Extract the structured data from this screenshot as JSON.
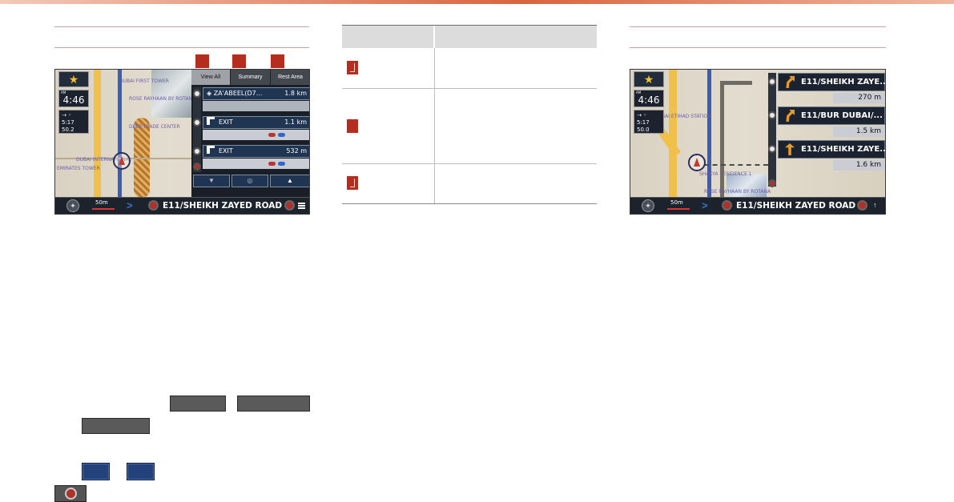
{
  "screen_left": {
    "time": "4:46",
    "eta_time": "5:17",
    "eta_dist": "50.2",
    "tabs": [
      "View All",
      "Summary",
      "Rest Area"
    ],
    "items": [
      {
        "name": "ZA'ABEEL(D7...",
        "dist": "1.8 km"
      },
      {
        "name": "EXIT",
        "dist": "1.1 km"
      },
      {
        "name": "EXIT",
        "dist": "532 m"
      }
    ],
    "scale": "50m",
    "road": "E11/SHEIKH ZAYED ROAD",
    "map_labels": [
      "DUBAI FIRST TOWER",
      "ROSE RAYHAAN BY ROTANA",
      "DEEP TRADE CENTER",
      "DUBAI INTERNATIONAL",
      "EMIRATES TOWER"
    ]
  },
  "screen_right": {
    "time": "4:46",
    "eta_time": "5:17",
    "eta_dist": "50.0",
    "items": [
      {
        "name": "E11/SHEIKH ZAYE...",
        "dist": "270 m"
      },
      {
        "name": "E11/BUR DUBAI/...",
        "dist": "1.5 km"
      },
      {
        "name": "E11/SHEIKH ZAYE...",
        "dist": "1.6 km"
      }
    ],
    "scale": "50m",
    "road": "E11/SHEIKH ZAYED ROAD",
    "map_labels": [
      "DUBAI ETIHAD STATION",
      "SHAKYA RESIDENCE 1",
      "ROSE RAYHAAN BY ROTANA"
    ]
  },
  "colors": {
    "accent": "#b52d1f",
    "rule": "#c8a39a",
    "table_header": "#dcdcdc",
    "button_gray": "#5a5a5a",
    "button_blue": "#23417a"
  }
}
